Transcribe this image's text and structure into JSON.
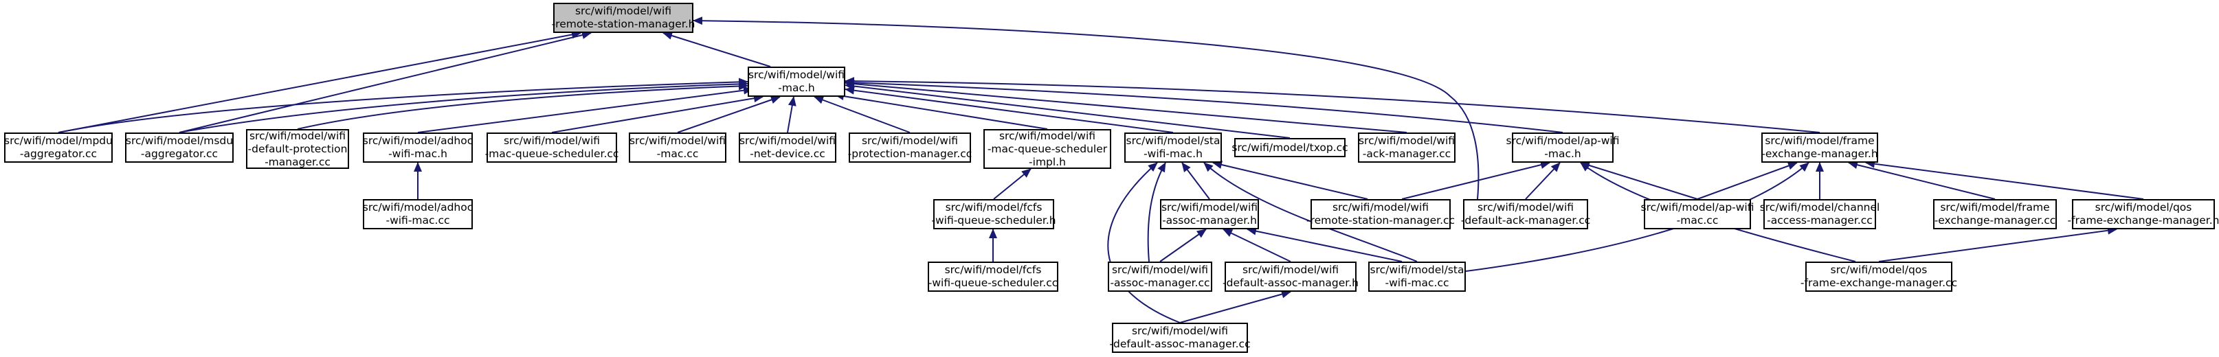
{
  "diagram": {
    "colors": {
      "edge": "#191970",
      "node_border": "#000000",
      "root_fill": "#bfbfbf",
      "node_fill": "#ffffff"
    },
    "nodes": {
      "root": [
        "src/wifi/model/wifi",
        "-remote-station-manager.h"
      ],
      "wifi_mac_h": [
        "src/wifi/model/wifi",
        "-mac.h"
      ],
      "mpdu_agg": [
        "src/wifi/model/mpdu",
        "-aggregator.cc"
      ],
      "msdu_agg": [
        "src/wifi/model/msdu",
        "-aggregator.cc"
      ],
      "default_protection": [
        "src/wifi/model/wifi",
        "-default-protection",
        "-manager.cc"
      ],
      "adhoc_h": [
        "src/wifi/model/adhoc",
        "-wifi-mac.h"
      ],
      "adhoc_cc": [
        "src/wifi/model/adhoc",
        "-wifi-mac.cc"
      ],
      "mac_queue_scheduler_cc": [
        "src/wifi/model/wifi",
        "-mac-queue-scheduler.cc"
      ],
      "wifi_mac_cc": [
        "src/wifi/model/wifi",
        "-mac.cc"
      ],
      "net_device_cc": [
        "src/wifi/model/wifi",
        "-net-device.cc"
      ],
      "protection_manager_cc": [
        "src/wifi/model/wifi",
        "-protection-manager.cc"
      ],
      "mac_queue_scheduler_impl_h": [
        "src/wifi/model/wifi",
        "-mac-queue-scheduler",
        "-impl.h"
      ],
      "fcfs_h": [
        "src/wifi/model/fcfs",
        "-wifi-queue-scheduler.h"
      ],
      "fcfs_cc": [
        "src/wifi/model/fcfs",
        "-wifi-queue-scheduler.cc"
      ],
      "sta_h": [
        "src/wifi/model/sta",
        "-wifi-mac.h"
      ],
      "txop_cc": [
        "src/wifi/model/txop.cc"
      ],
      "ack_manager_cc": [
        "src/wifi/model/wifi",
        "-ack-manager.cc"
      ],
      "ap_h": [
        "src/wifi/model/ap-wifi",
        "-mac.h"
      ],
      "fem_h": [
        "src/wifi/model/frame",
        "-exchange-manager.h"
      ],
      "assoc_h": [
        "src/wifi/model/wifi",
        "-assoc-manager.h"
      ],
      "rsm_cc": [
        "src/wifi/model/wifi",
        "-remote-station-manager.cc"
      ],
      "default_ack_cc": [
        "src/wifi/model/wifi",
        "-default-ack-manager.cc"
      ],
      "ap_cc": [
        "src/wifi/model/ap-wifi",
        "-mac.cc"
      ],
      "channel_access_cc": [
        "src/wifi/model/channel",
        "-access-manager.cc"
      ],
      "fem_cc": [
        "src/wifi/model/frame",
        "-exchange-manager.cc"
      ],
      "qos_fem_h": [
        "src/wifi/model/qos",
        "-frame-exchange-manager.h"
      ],
      "assoc_cc": [
        "src/wifi/model/wifi",
        "-assoc-manager.cc"
      ],
      "default_assoc_h": [
        "src/wifi/model/wifi",
        "-default-assoc-manager.h"
      ],
      "sta_cc": [
        "src/wifi/model/sta",
        "-wifi-mac.cc"
      ],
      "qos_fem_cc": [
        "src/wifi/model/qos",
        "-frame-exchange-manager.cc"
      ],
      "default_assoc_cc": [
        "src/wifi/model/wifi",
        "-default-assoc-manager.cc"
      ]
    }
  }
}
